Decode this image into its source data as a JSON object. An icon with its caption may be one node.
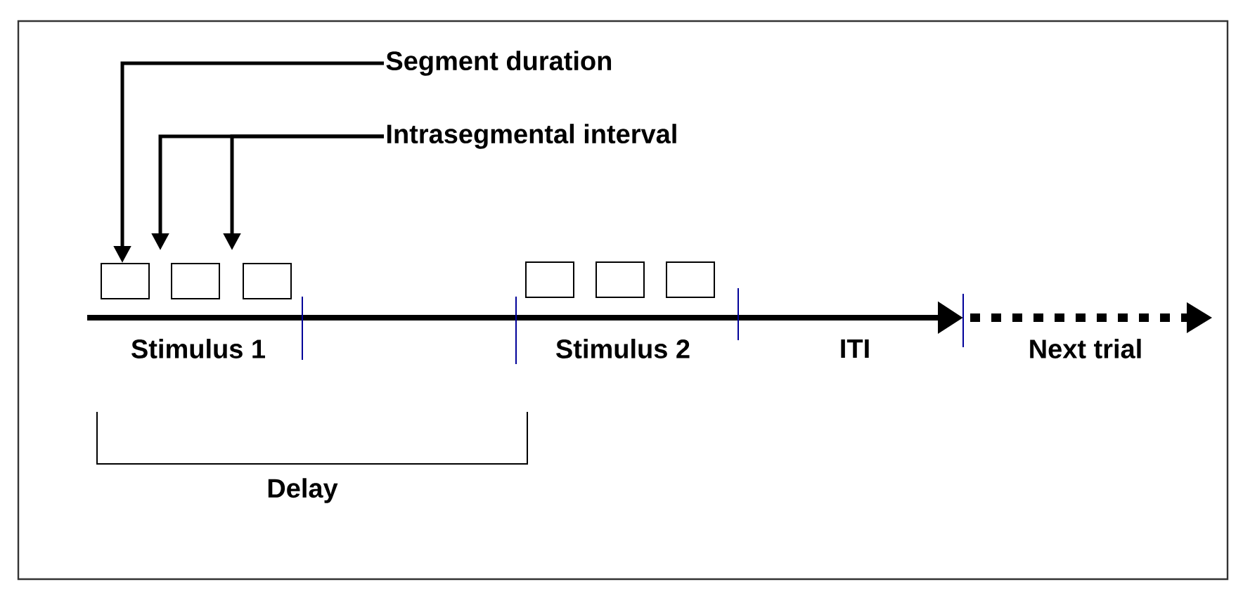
{
  "diagram": {
    "nodes": [
      {
        "text": [
          "Segment duration"
        ]
      },
      {
        "text": [
          "Intrasegmental interval"
        ]
      },
      {
        "text": [],
        "shape": "box"
      },
      {
        "text": [],
        "shape": "box"
      },
      {
        "text": [],
        "shape": "box"
      },
      {
        "text": [],
        "shape": "box"
      },
      {
        "text": [],
        "shape": "box"
      },
      {
        "text": [],
        "shape": "box"
      }
    ],
    "edges": [
      {
        "from": 0,
        "to": 2,
        "arrow": "to"
      },
      {
        "from": 1,
        "to": null,
        "arrow": "to"
      },
      {
        "from": 1,
        "to": null,
        "arrow": "to"
      }
    ],
    "labels": [
      "Stimulus 1",
      "Stimulus 2",
      "ITI",
      "Next trial",
      "Delay"
    ]
  }
}
